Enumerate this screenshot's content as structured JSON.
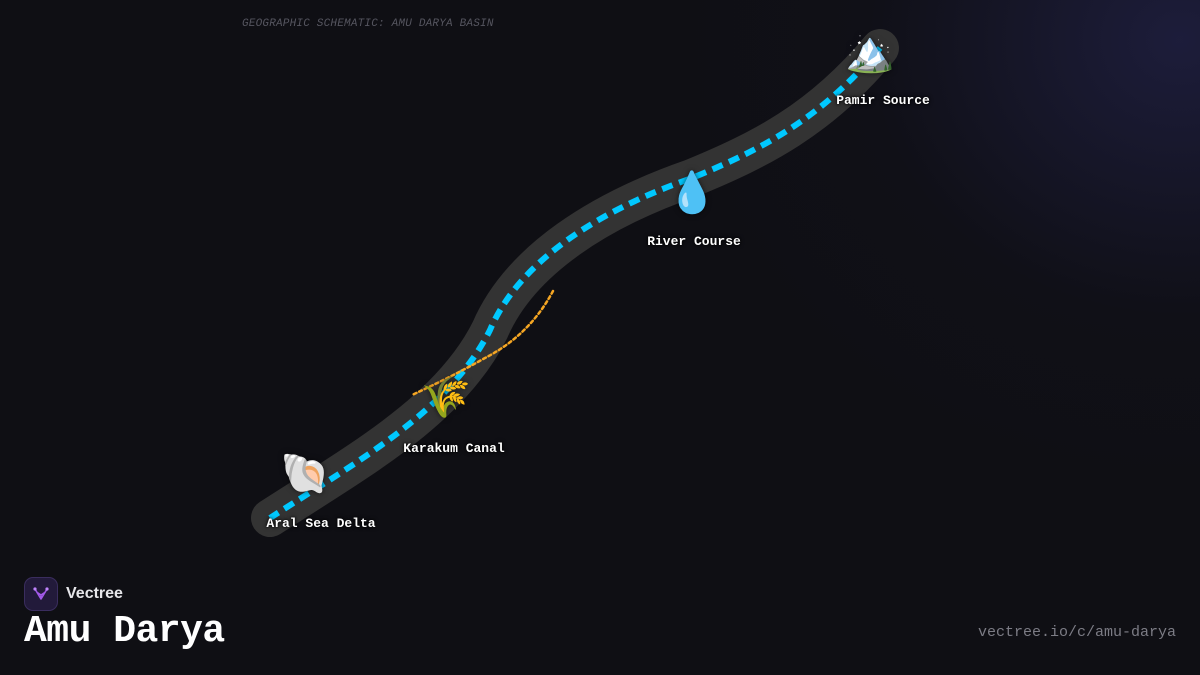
{
  "caption": "GEOGRAPHIC SCHEMATIC: AMU DARYA BASIN",
  "title": "Amu Darya",
  "brand": {
    "name": "Vectree",
    "logo_icon": "vectree-fork-icon",
    "logo_color": "#a259e8"
  },
  "share_url": "vectree.io/c/amu-darya",
  "colors": {
    "background": "#0f0f14",
    "river_band": "#333333",
    "river_flow": "#00c8ff",
    "canal_flow": "#f5a623",
    "label_text": "#ffffff",
    "caption_text": "#55555f"
  },
  "nodes": [
    {
      "id": "pamir",
      "label": "Pamir Source",
      "icon": "snow-capped-mountain-icon",
      "glyph": "🏔️"
    },
    {
      "id": "river",
      "label": "River Course",
      "icon": "droplet-icon",
      "glyph": "💧"
    },
    {
      "id": "karakum",
      "label": "Karakum Canal",
      "icon": "wheat-sheaf-icon",
      "glyph": "🌾"
    },
    {
      "id": "aral",
      "label": "Aral Sea Delta",
      "icon": "spiral-shell-icon",
      "glyph": "🐚"
    }
  ]
}
